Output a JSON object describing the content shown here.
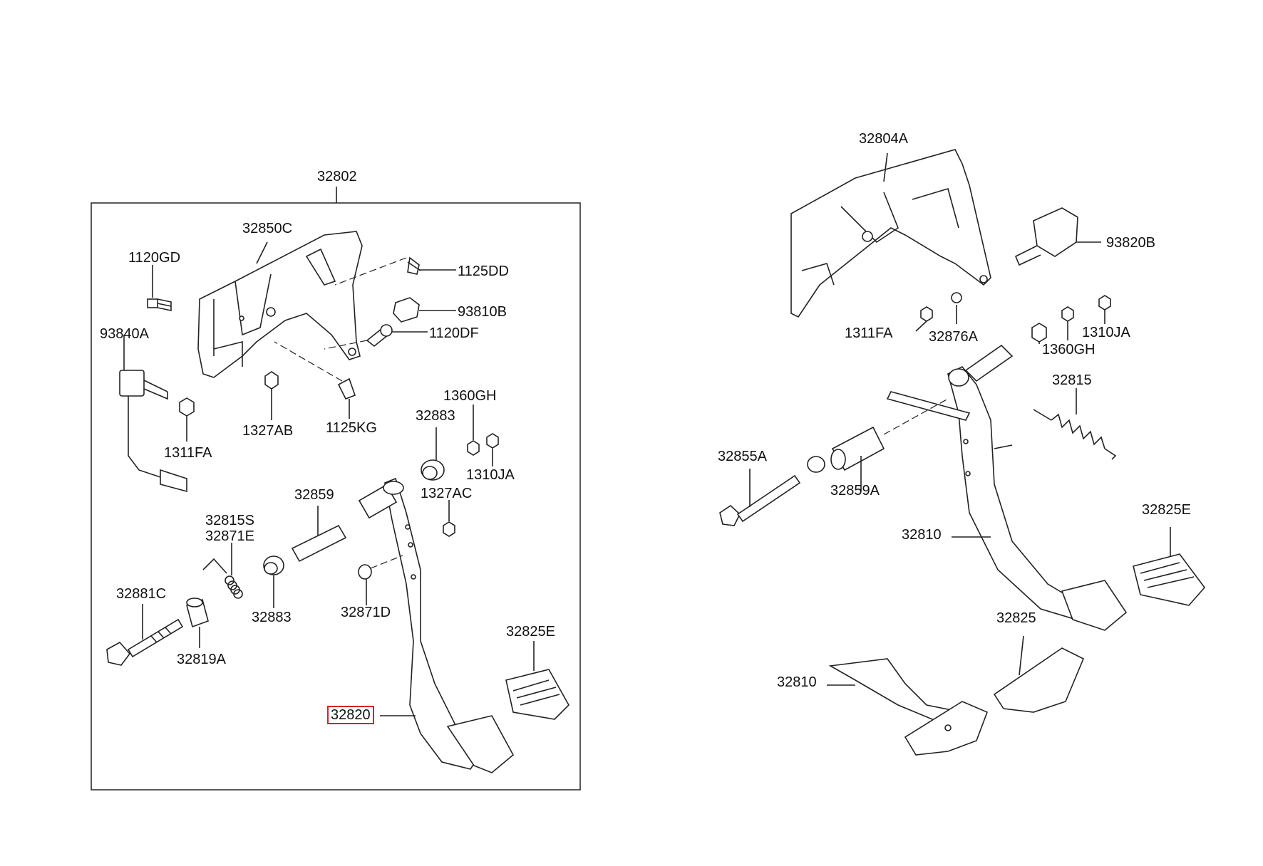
{
  "labels": {
    "l32802": "32802",
    "l32850C": "32850C",
    "l1120GD": "1120GD",
    "l1125DD": "1125DD",
    "l93810B": "93810B",
    "l1120DF": "1120DF",
    "l93840A": "93840A",
    "l1311FA_a": "1311FA",
    "l1327AB": "1327AB",
    "l1125KG": "1125KG",
    "l1360GH_a": "1360GH",
    "l32883_a": "32883",
    "l1310JA_a": "1310JA",
    "l1327AC": "1327AC",
    "l32859": "32859",
    "l32815S": "32815S",
    "l32871E": "32871E",
    "l32883_b": "32883",
    "l32871D": "32871D",
    "l32881C": "32881C",
    "l32819A": "32819A",
    "l32825E_a": "32825E",
    "l32820": "32820",
    "l32804A": "32804A",
    "l93820B": "93820B",
    "l1311FA_b": "1311FA",
    "l32876A": "32876A",
    "l1360GH_b": "1360GH",
    "l1310JA_b": "1310JA",
    "l32815": "32815",
    "l32855A": "32855A",
    "l32859A": "32859A",
    "l32810_a": "32810",
    "l32825E_b": "32825E",
    "l32825": "32825",
    "l32810_b": "32810"
  },
  "highlight_color": "#d81f2a"
}
